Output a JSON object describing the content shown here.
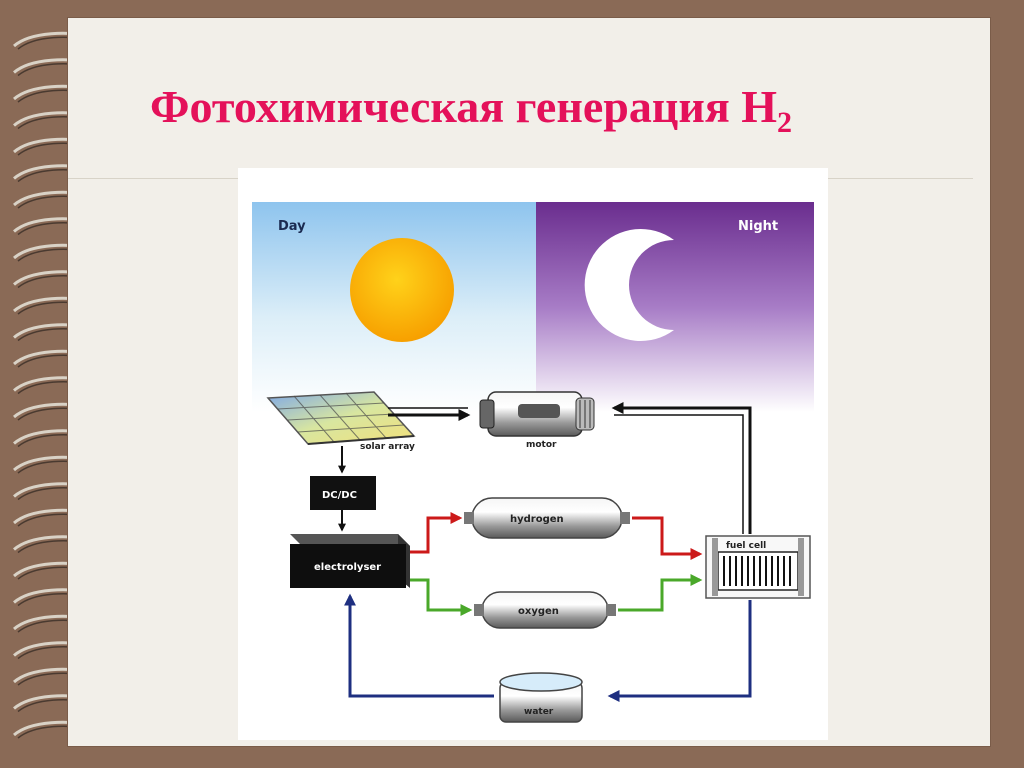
{
  "slide": {
    "title_main": "Фотохимическая генерация Н",
    "title_sub": "2"
  },
  "diagram": {
    "day_label": "Day",
    "night_label": "Night",
    "solar_array_label": "solar array",
    "motor_label": "motor",
    "dcdc_label": "DC/DC",
    "electrolyser_label": "electrolyser",
    "hydrogen_label": "hydrogen",
    "oxygen_label": "oxygen",
    "fuel_cell_label": "fuel cell",
    "water_label": "water"
  },
  "colors": {
    "title": "#e4115a",
    "hydrogen_arrow": "#cc1a1a",
    "oxygen_arrow": "#4aa82a",
    "water_arrow": "#1e2f80",
    "sun": "#ffb000",
    "night_sky": "#6a2d8e",
    "day_sky": "#8ec4ee"
  }
}
